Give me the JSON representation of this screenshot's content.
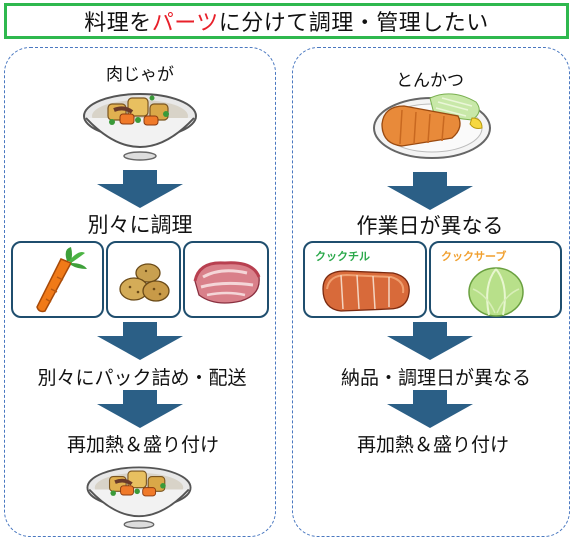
{
  "title": {
    "before": "料理を",
    "highlight": "パーツ",
    "after": "に分けて調理・管理したい",
    "highlight_color": "#e8202a",
    "border_color": "#2fb84e"
  },
  "left": {
    "dish_name": "肉じゃが",
    "step1": "別々に調理",
    "step2": "別々にパック詰め・配送",
    "step3": "再加熱＆盛り付け",
    "ingredients": [
      "carrot-icon",
      "potato-icon",
      "beef-icon"
    ]
  },
  "right": {
    "dish_name": "とんかつ",
    "step1": "作業日が異なる",
    "card1_tag": "クックチル",
    "card2_tag": "クックサーブ",
    "card1_tag_color": "#2aa84a",
    "card2_tag_color": "#f0a030",
    "step2": "納品・調理日が異なる",
    "step3": "再加熱＆盛り付け"
  },
  "colors": {
    "arrow": "#2b5f86",
    "panel_border": "#4a78c0",
    "card_border": "#1f4e6e"
  }
}
